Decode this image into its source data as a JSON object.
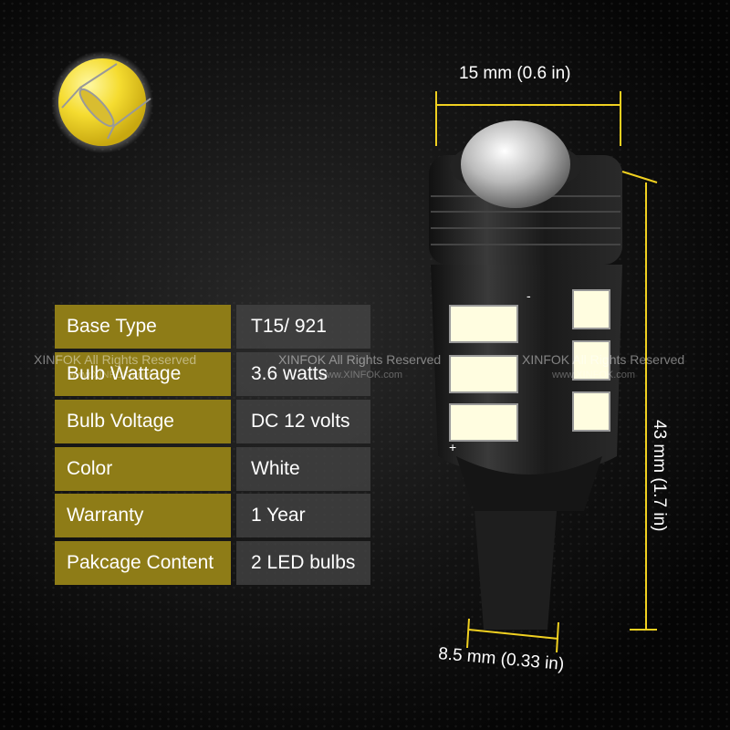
{
  "specs": [
    {
      "label": "Base Type",
      "value": "T15/ 921"
    },
    {
      "label": "Bulb Wattage",
      "value": "3.6 watts"
    },
    {
      "label": "Bulb Voltage",
      "value": "DC 12 volts"
    },
    {
      "label": "Color",
      "value": "White"
    },
    {
      "label": "Warranty",
      "value": "1 Year"
    },
    {
      "label": "Pakcage Content",
      "value": "2 LED bulbs"
    }
  ],
  "dimensions": {
    "width": "15 mm (0.6 in)",
    "height": "43 mm (1.7 in)",
    "base": "8.5 mm (0.33 in)"
  },
  "watermark": {
    "text": "XINFOK All Rights Reserved",
    "url": "www.XINFOK.com"
  },
  "polarity": {
    "plus": "+",
    "minus": "-"
  },
  "colors": {
    "accent": "#f0d020",
    "label_bg": "#8e7c17"
  }
}
